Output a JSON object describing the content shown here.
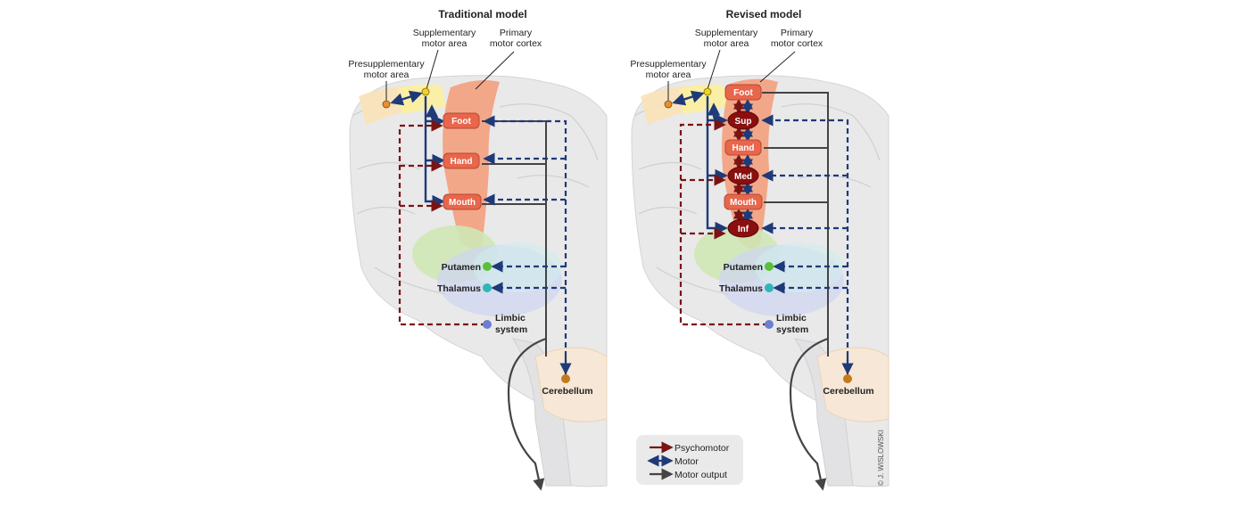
{
  "colors": {
    "psychomotor": "#7a1414",
    "motor": "#1f3a78",
    "motor_output": "#444444",
    "primary_cortex": "#f08a68",
    "node_light": "#e8664b",
    "node_dark": "#8b0f0f",
    "putamen": "#5bbf3a",
    "thalamus": "#2fb6b6",
    "limbic": "#6b7fd0",
    "cerebellum": "#c27a1c",
    "sma": "#f2d21c",
    "presma": "#e8902c"
  },
  "traditional": {
    "title": "Traditional model",
    "sma_label_1": "Supplementary",
    "sma_label_2": "motor area",
    "pmc_label_1": "Primary",
    "pmc_label_2": "motor cortex",
    "presma_label_1": "Presupplementary",
    "presma_label_2": "motor area",
    "nodes": {
      "foot": "Foot",
      "hand": "Hand",
      "mouth": "Mouth"
    },
    "putamen": "Putamen",
    "thalamus": "Thalamus",
    "limbic_1": "Limbic",
    "limbic_2": "system",
    "cerebellum": "Cerebellum"
  },
  "revised": {
    "title": "Revised model",
    "sma_label_1": "Supplementary",
    "sma_label_2": "motor area",
    "pmc_label_1": "Primary",
    "pmc_label_2": "motor cortex",
    "presma_label_1": "Presupplementary",
    "presma_label_2": "motor area",
    "nodes": {
      "foot": "Foot",
      "sup": "Sup",
      "hand": "Hand",
      "med": "Med",
      "mouth": "Mouth",
      "inf": "Inf"
    },
    "putamen": "Putamen",
    "thalamus": "Thalamus",
    "limbic_1": "Limbic",
    "limbic_2": "system",
    "cerebellum": "Cerebellum"
  },
  "legend": {
    "psychomotor": "Psychomotor",
    "motor": "Motor",
    "motor_output": "Motor output"
  },
  "signature": "© J. WISLOWSKI"
}
